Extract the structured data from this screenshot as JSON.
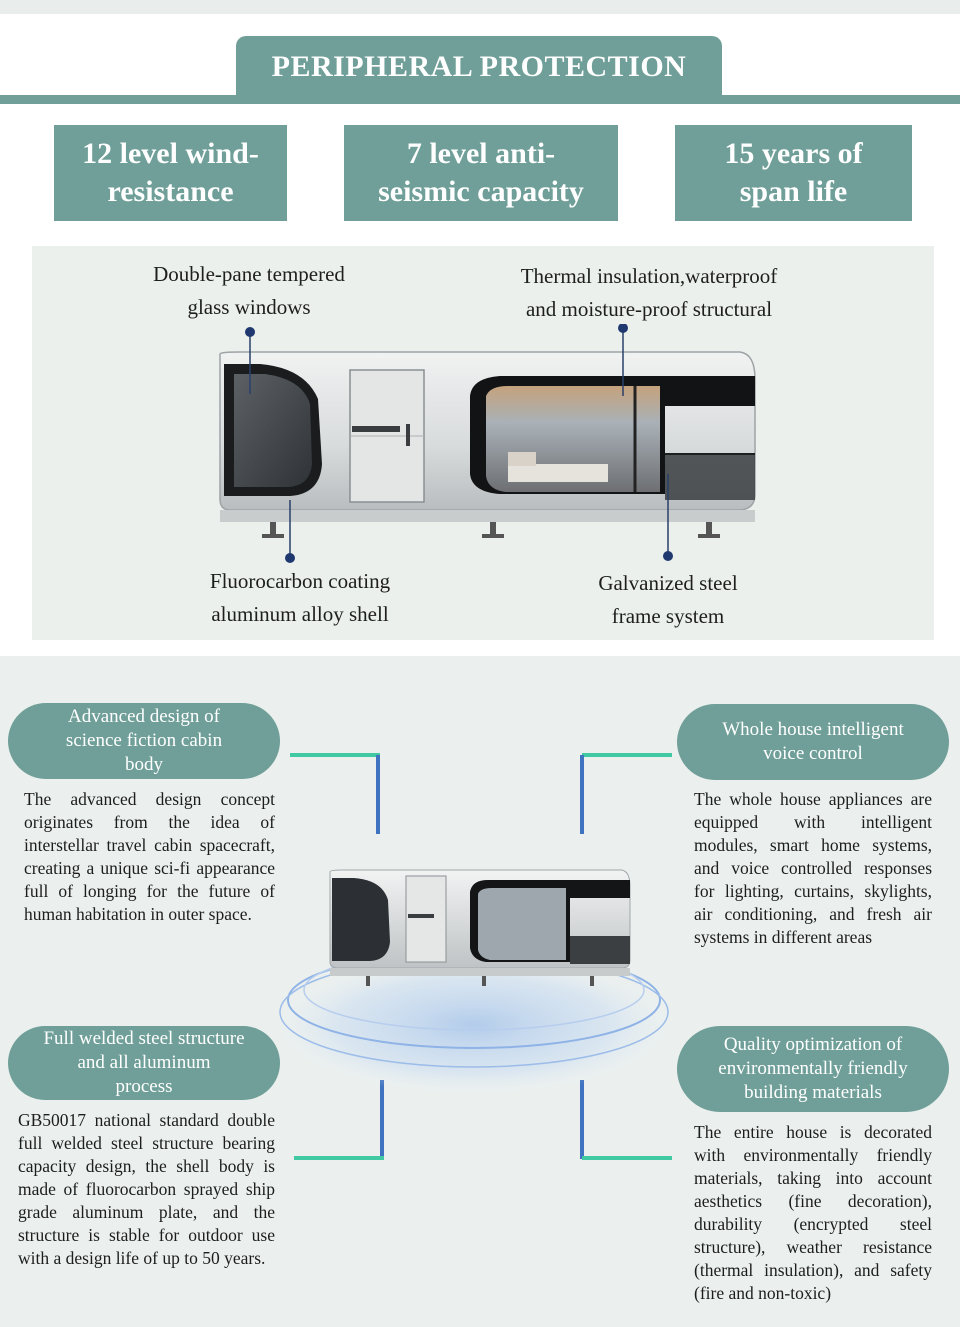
{
  "header": {
    "title": "PERIPHERAL PROTECTION"
  },
  "features": [
    {
      "line1": "12 level wind-",
      "line2": "resistance"
    },
    {
      "line1": "7 level anti-",
      "line2": "seismic capacity"
    },
    {
      "line1": "15 years of",
      "line2": "span life"
    }
  ],
  "diagram": {
    "window_label": {
      "line1": "Double-pane tempered",
      "line2": "glass windows"
    },
    "insulation_label": {
      "line1": "Thermal insulation,waterproof",
      "line2": "and moisture-proof structural"
    },
    "shell_label": {
      "line1": "Fluorocarbon coating",
      "line2": "aluminum alloy shell"
    },
    "frame_label": {
      "line1": "Galvanized steel",
      "line2": "frame system"
    }
  },
  "details": [
    {
      "heading": [
        "Advanced design of",
        "science fiction cabin",
        "body"
      ],
      "body": "The advanced design concept originates from the idea of interstellar travel cabin spacecraft, creating a unique sci-fi appearance full of longing for the future of human habitation in outer space."
    },
    {
      "heading": [
        "Whole house intelligent",
        "voice control"
      ],
      "body": "The whole house appliances are equipped with intelligent modules, smart home systems, and voice controlled responses for lighting, curtains, skylights, air conditioning, and fresh air systems in different areas"
    },
    {
      "heading": [
        "Full welded steel structure",
        "and all aluminum",
        "process"
      ],
      "body": "GB50017 national standard double full welded steel structure bearing capacity design, the shell body is made of fluorocarbon sprayed ship grade aluminum plate, and the structure is stable for outdoor use with a design life of up to 50 years."
    },
    {
      "heading": [
        "Quality optimization of",
        "environmentally friendly",
        "building materials"
      ],
      "body": "The entire house is decorated with environmentally friendly materials, taking into account aesthetics (fine decoration), durability (encrypted steel structure), weather resistance (thermal insulation), and safety (fire and non-toxic)"
    }
  ],
  "colors": {
    "teal": "#6f9f98",
    "pale_green": "#ebf0ec",
    "connector_blue": "#3f72c0",
    "connector_green": "#41c9a4"
  }
}
